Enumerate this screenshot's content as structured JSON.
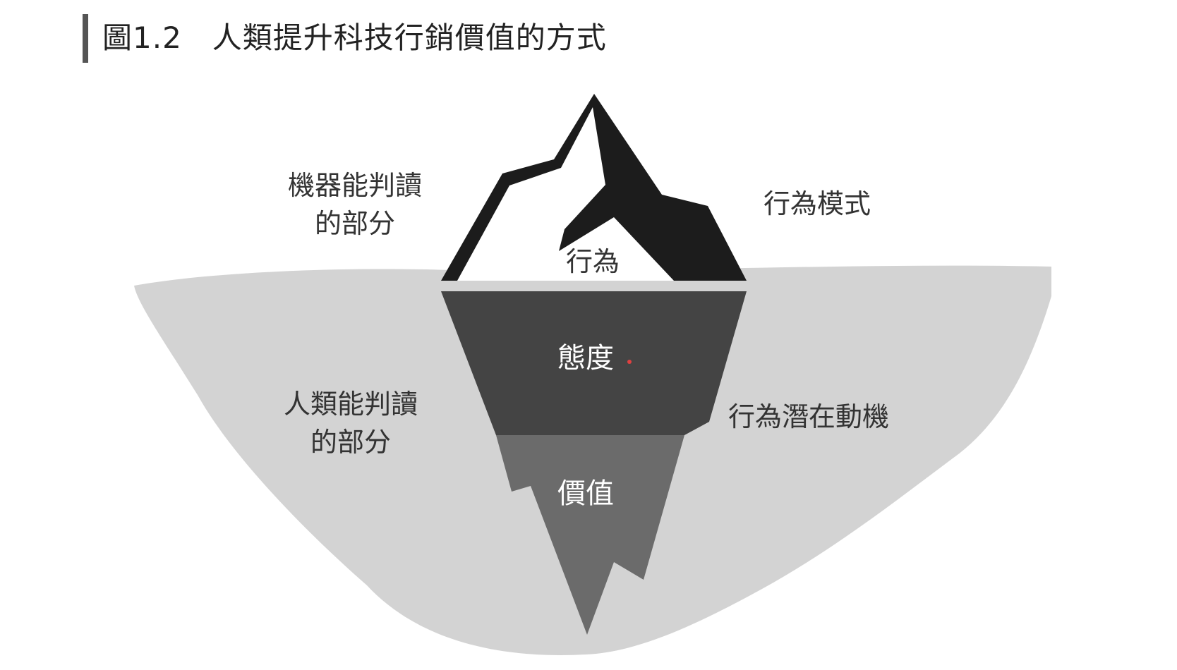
{
  "figure": {
    "title": "圖1.2　人類提升科技行銷價值的方式"
  },
  "labels": {
    "machine_readable": {
      "line1": "機器能判讀",
      "line2": "的部分"
    },
    "behavior_pattern": "行為模式",
    "behavior": "行為",
    "attitude": "態度",
    "value": "價值",
    "human_readable": {
      "line1": "人類能判讀",
      "line2": "的部分"
    },
    "latent_motive": "行為潛在動機"
  },
  "colors": {
    "water": "#d3d3d3",
    "tip": "#1c1c1c",
    "attitude_layer": "#444444",
    "value_layer": "#6b6b6b",
    "accent_dot": "#e04040"
  }
}
